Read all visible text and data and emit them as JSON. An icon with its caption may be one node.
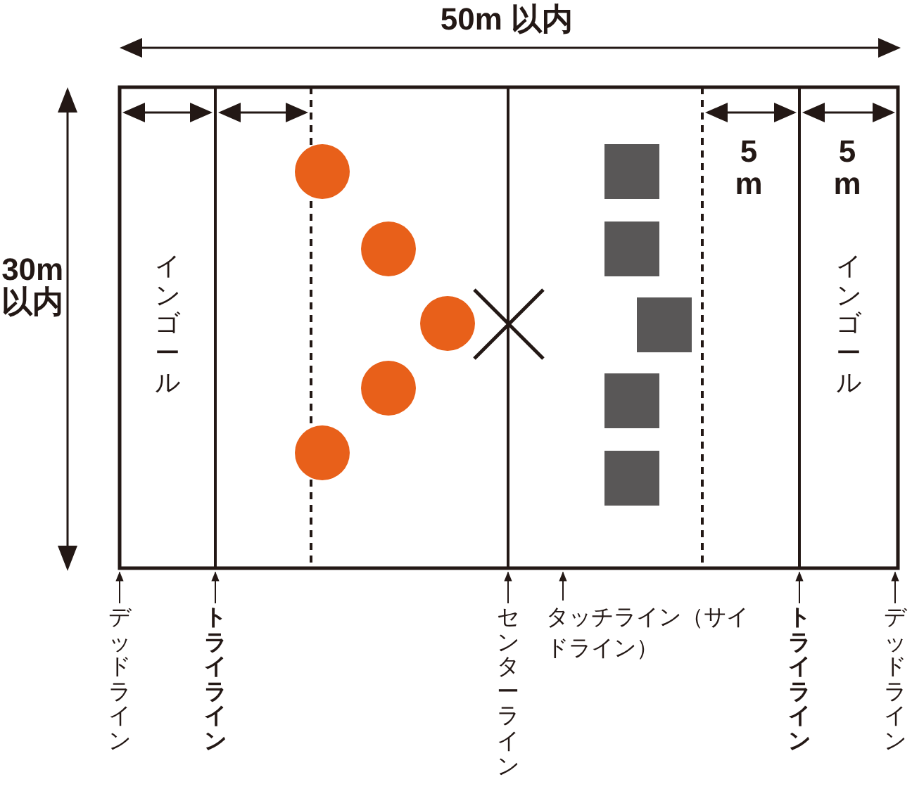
{
  "diagram": {
    "nodes": [
      {
        "text": [
          "デッドライン"
        ]
      },
      {
        "text": [
          "トライライン"
        ]
      },
      {
        "text": [
          "センターライン"
        ]
      },
      {
        "text": [
          "タッチライン（サイドライン）"
        ]
      },
      {
        "text": [
          "トライライン"
        ]
      },
      {
        "text": [
          "デッドライン"
        ]
      }
    ],
    "edges": [
      {
        "from": 0,
        "to": null,
        "arrow": "to"
      },
      {
        "from": 1,
        "to": null,
        "arrow": "to"
      },
      {
        "from": 2,
        "to": null,
        "arrow": "to"
      },
      {
        "from": 3,
        "to": null,
        "arrow": "to"
      },
      {
        "from": 4,
        "to": null,
        "arrow": "to"
      },
      {
        "from": 5,
        "to": null,
        "arrow": "to"
      }
    ],
    "labels": [
      "50m 以内",
      "30m 以内",
      "5 m",
      "5 m",
      "インゴール",
      "インゴール"
    ]
  }
}
